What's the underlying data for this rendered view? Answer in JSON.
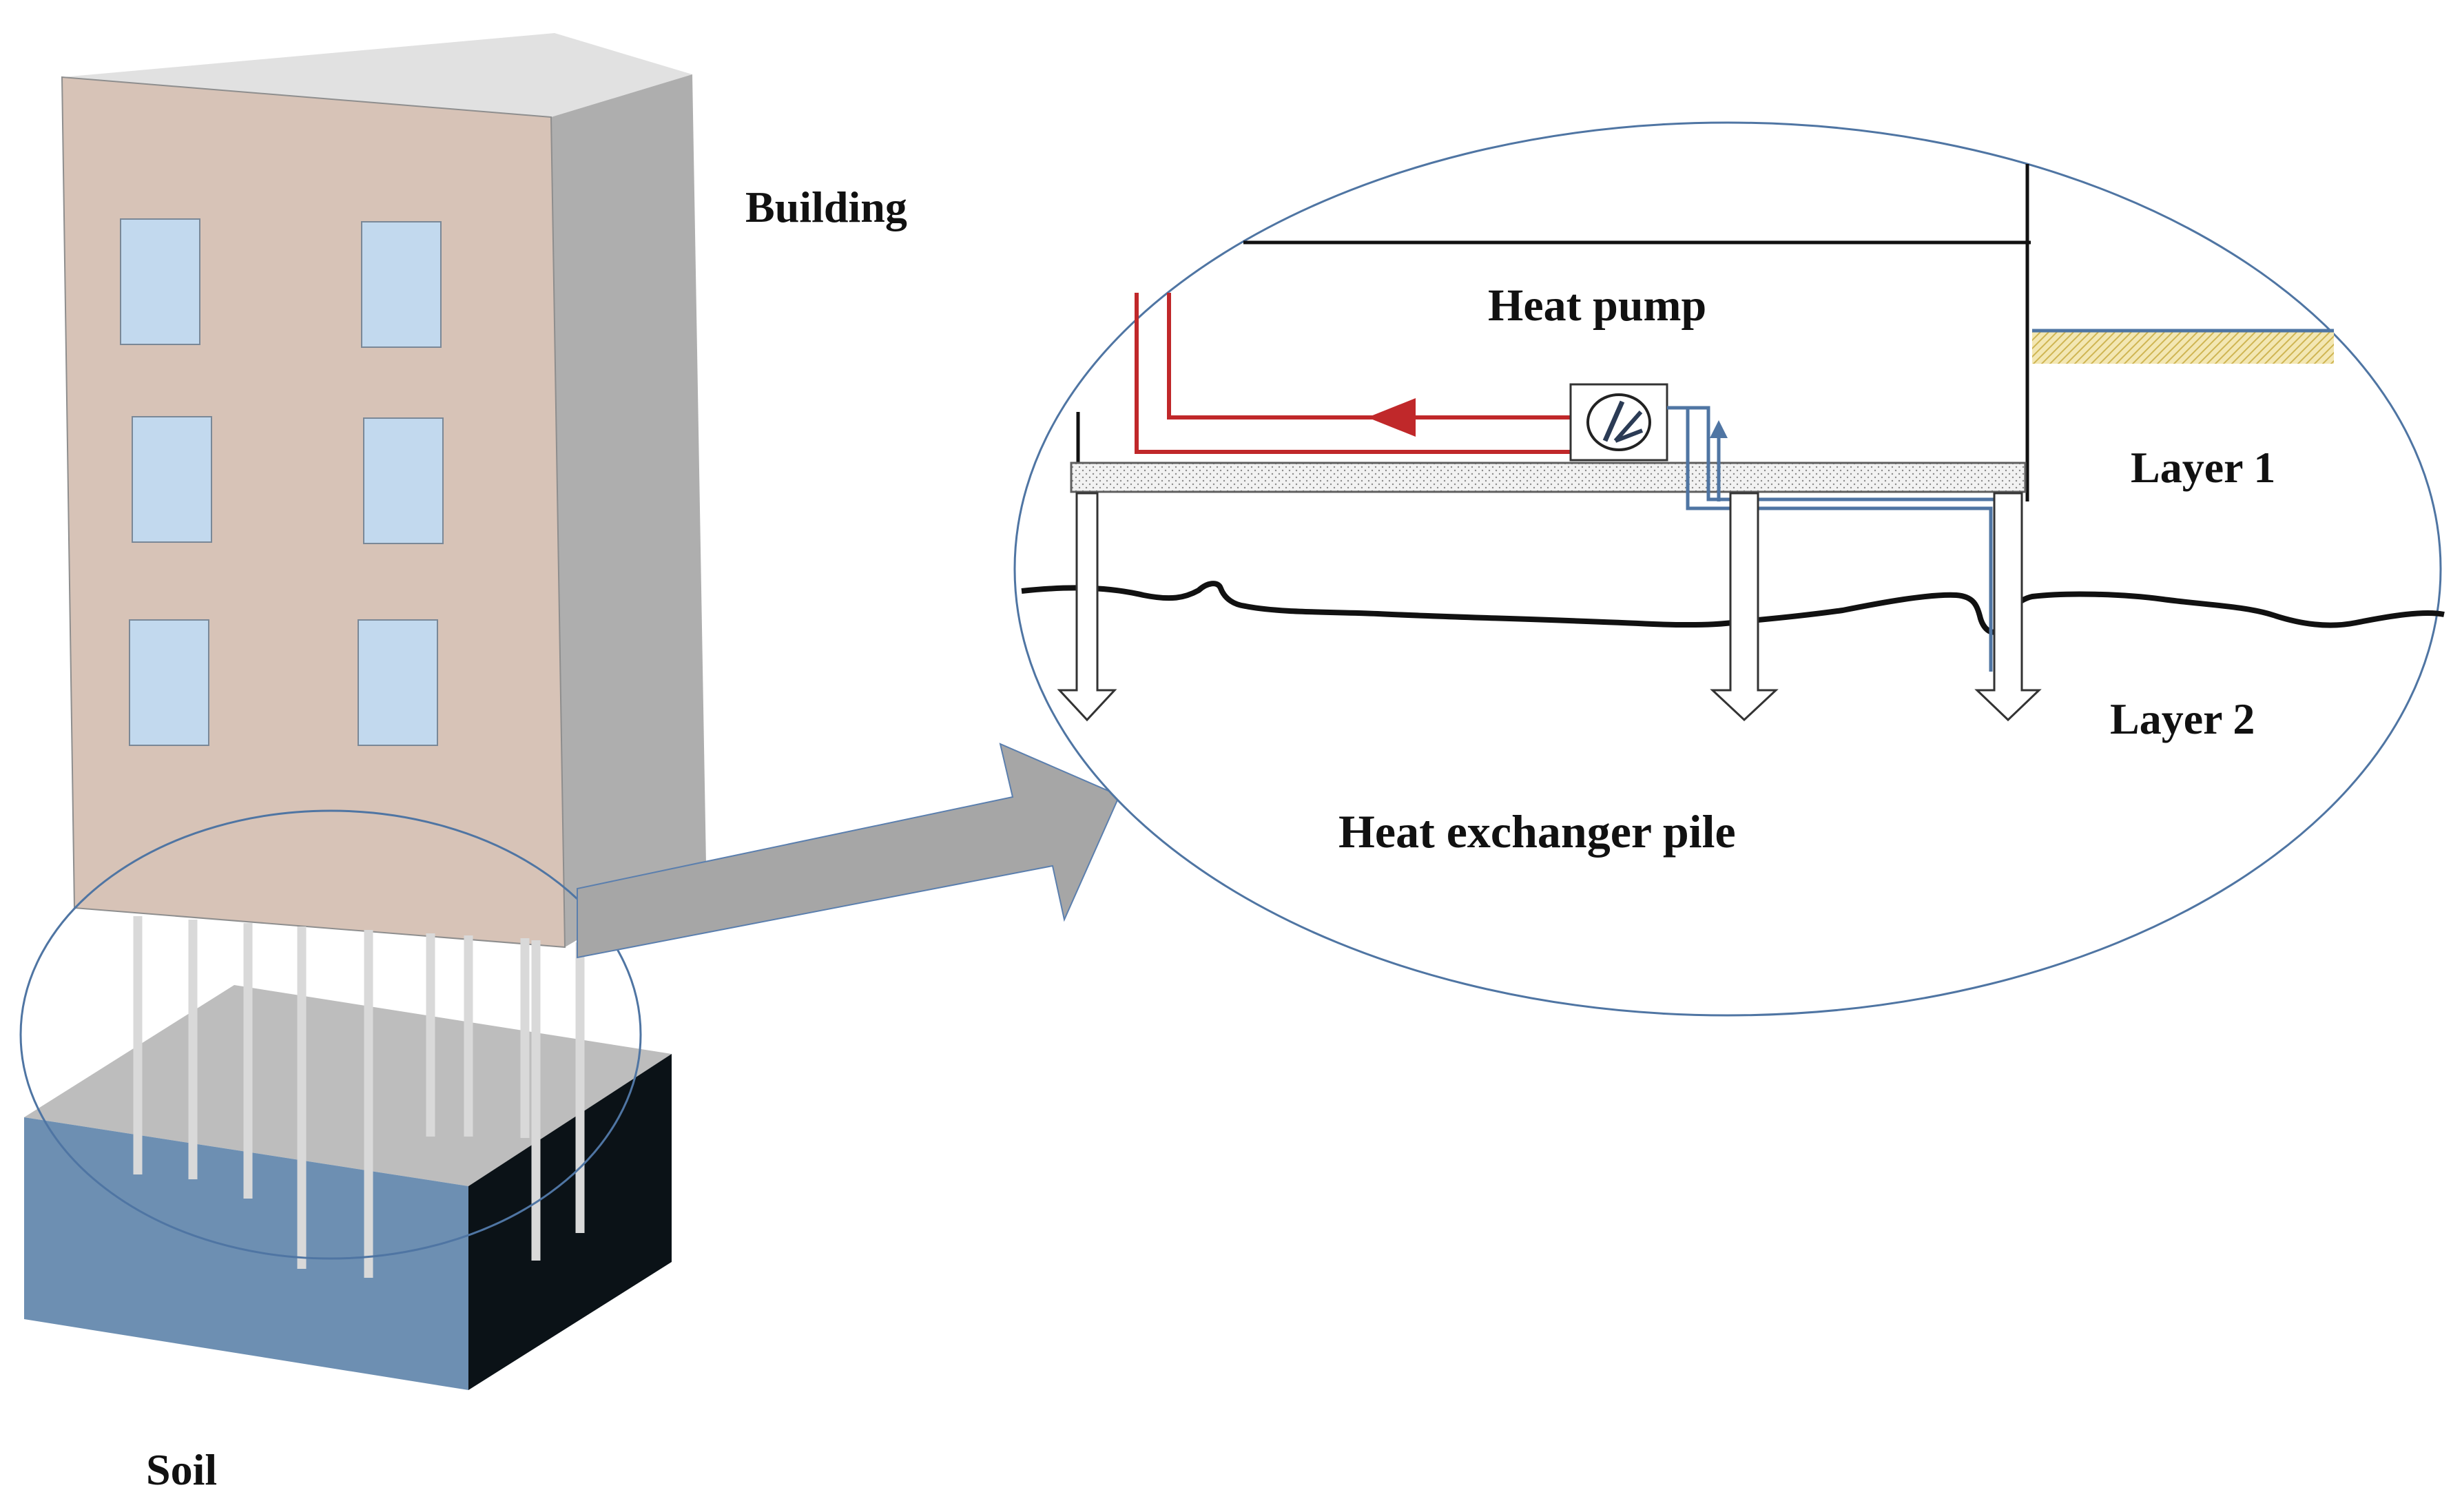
{
  "labels": {
    "building": "Building",
    "soil": "Soil",
    "heat_pump": "Heat pump",
    "layer_1": "Layer 1",
    "layer_2": "Layer 2",
    "heat_exchanger_pile": "Heat exchanger pile"
  },
  "colors": {
    "building_front": "#d7c3b7",
    "building_side": "#aeaeae",
    "building_top": "#e1e1e1",
    "window": "#c2d9ee",
    "soil_front": "#6d8fb2",
    "soil_side": "#0b1217",
    "soil_top": "#bdbdbd",
    "pile": "#d9d9d9",
    "ellipse_outline": "#4f75a3",
    "zoom_arrow": "#a6a6a6",
    "hot_pipe": "#c0282a",
    "cold_pipe": "#4f75a3",
    "sand_fill": "#e7d58c"
  }
}
